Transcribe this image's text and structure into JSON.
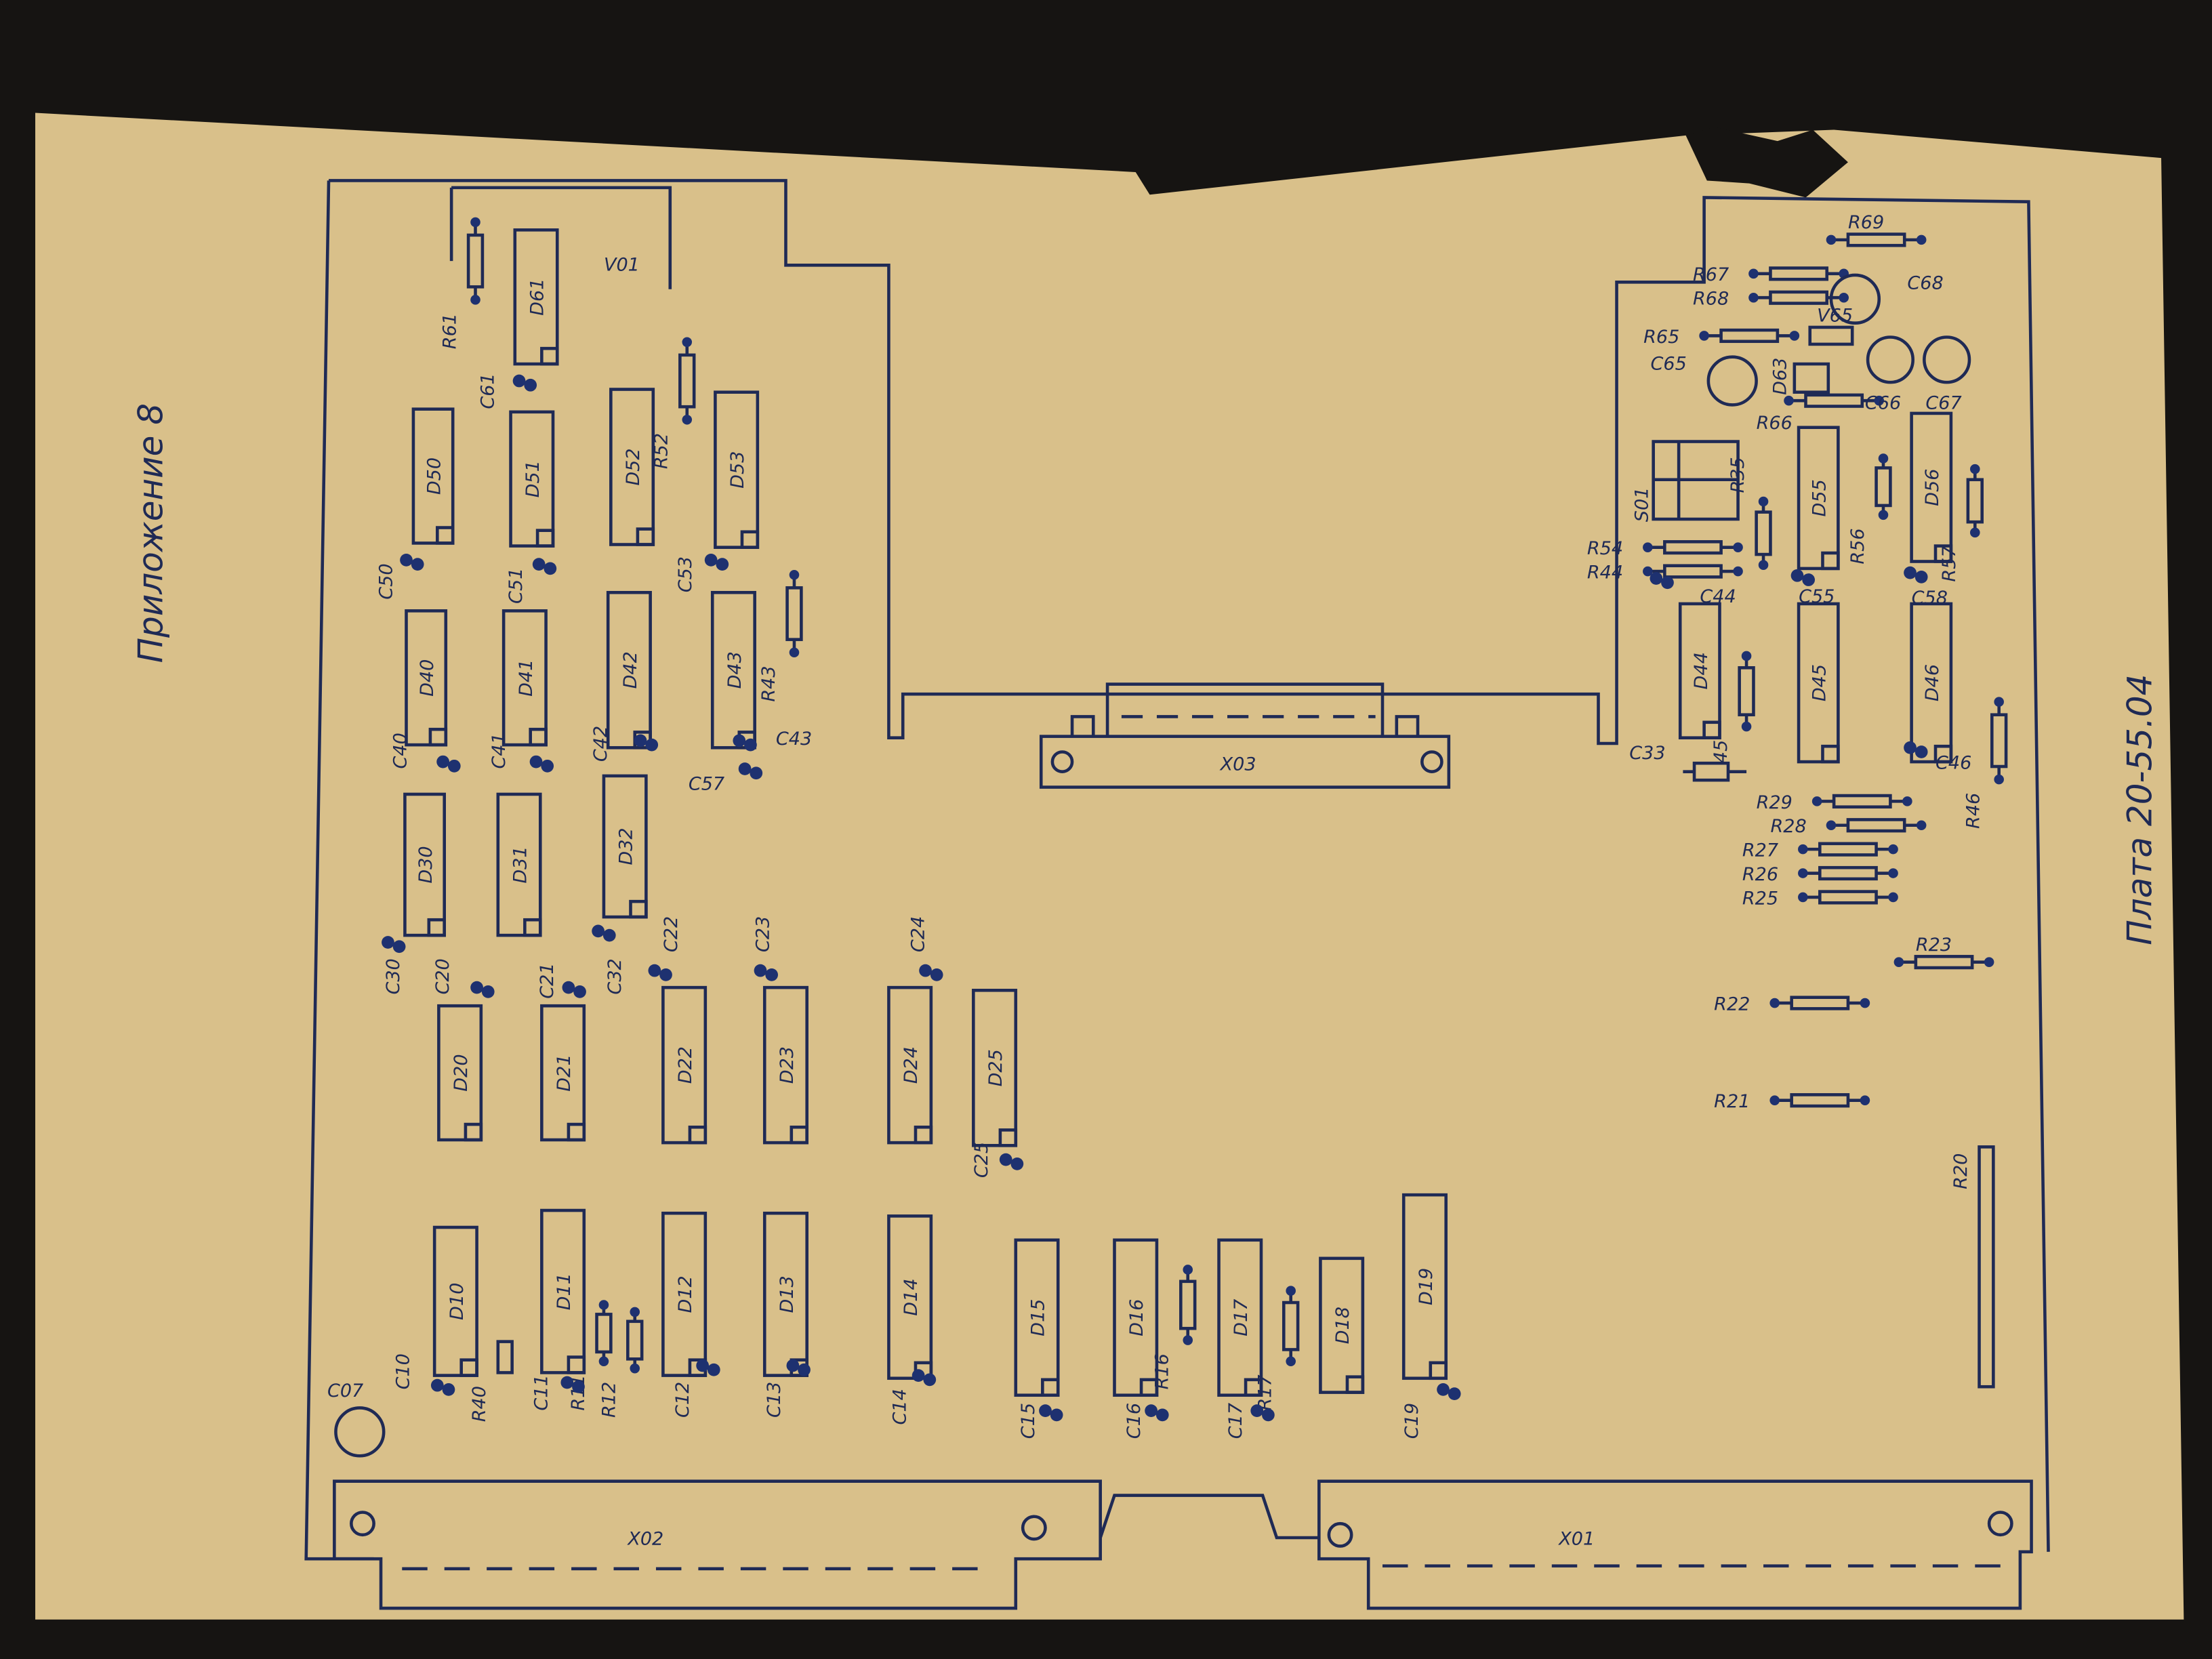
{
  "title_left": "Приложение 8",
  "title_right": "Плата 20-55.04",
  "zone_label": "V01",
  "connectors": {
    "top": "X03",
    "bottom_left": "X02",
    "bottom_right": "X01"
  },
  "chips": [
    "D61",
    "D50",
    "D51",
    "D52",
    "D53",
    "D40",
    "D41",
    "D42",
    "D43",
    "D30",
    "D31",
    "D32",
    "D20",
    "D21",
    "D22",
    "D23",
    "D24",
    "D25",
    "D10",
    "D11",
    "D12",
    "D13",
    "D14",
    "D15",
    "D16",
    "D17",
    "D18",
    "D19",
    "D55",
    "D56",
    "D44",
    "D45",
    "D46"
  ],
  "resistors_h": [
    "R69",
    "R67",
    "R68",
    "R65",
    "R66",
    "R54",
    "R44",
    "R29",
    "R28",
    "R27",
    "R26",
    "R25",
    "R23",
    "R22",
    "R21"
  ],
  "resistors_v": [
    "R61",
    "R52",
    "R43",
    "R45",
    "R35",
    "R56",
    "R57",
    "R46",
    "R16",
    "R17",
    "R11",
    "R12",
    "R40",
    "R20"
  ],
  "capacitors": [
    "C61",
    "C50",
    "C51",
    "C53",
    "C43",
    "C57",
    "C40",
    "C41",
    "C42",
    "C30",
    "C20",
    "C21",
    "C32",
    "C22",
    "C23",
    "C24",
    "C25",
    "C10",
    "C11",
    "C12",
    "C13",
    "C14",
    "C15",
    "C16",
    "C17",
    "C19",
    "C33",
    "C44",
    "C55",
    "C58",
    "C46"
  ],
  "round_parts": [
    "C07",
    "C65",
    "C68",
    "C66",
    "C67"
  ],
  "misc_parts": [
    "V65",
    "D63",
    "S01"
  ],
  "colors": {
    "paper": "#d9c08a",
    "ink": "#1f2a55",
    "background": "#161412"
  }
}
